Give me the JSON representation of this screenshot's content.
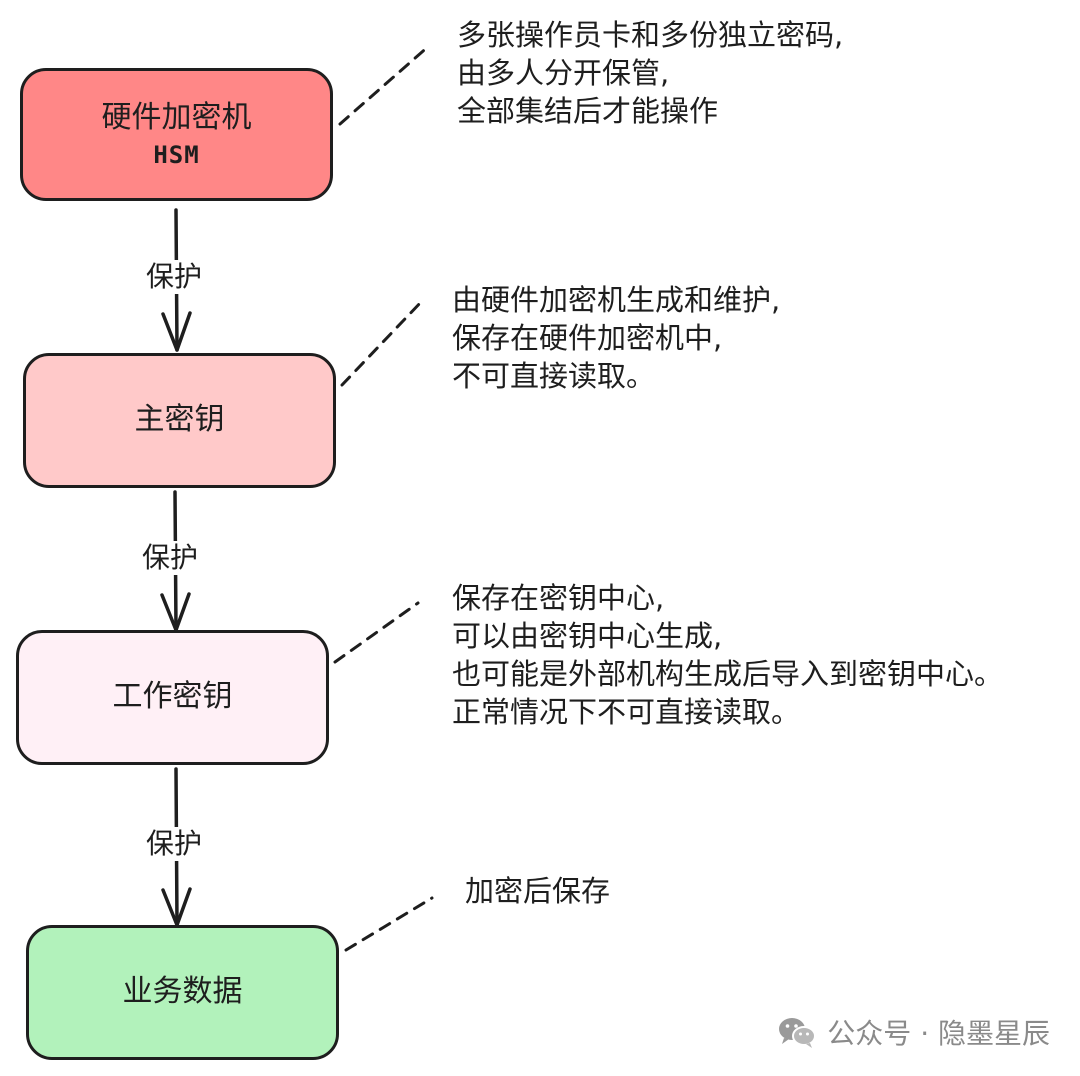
{
  "diagram": {
    "nodes": [
      {
        "id": "hsm",
        "title": "硬件加密机",
        "subtitle": "HSM",
        "fill": "#ff8787"
      },
      {
        "id": "master",
        "title": "主密钥",
        "subtitle": "",
        "fill": "#ffc9c9"
      },
      {
        "id": "work",
        "title": "工作密钥",
        "subtitle": "",
        "fill": "#fff0f6"
      },
      {
        "id": "data",
        "title": "业务数据",
        "subtitle": "",
        "fill": "#b2f2bb"
      }
    ],
    "edges": [
      {
        "from": "hsm",
        "to": "master",
        "label": "保护"
      },
      {
        "from": "master",
        "to": "work",
        "label": "保护"
      },
      {
        "from": "work",
        "to": "data",
        "label": "保护"
      }
    ],
    "notes": [
      {
        "target": "hsm",
        "lines": [
          "多张操作员卡和多份独立密码,",
          "由多人分开保管,",
          "全部集结后才能操作"
        ]
      },
      {
        "target": "master",
        "lines": [
          "由硬件加密机生成和维护,",
          "保存在硬件加密机中,",
          "不可直接读取。"
        ]
      },
      {
        "target": "work",
        "lines": [
          "保存在密钥中心,",
          "可以由密钥中心生成,",
          "也可能是外部机构生成后导入到密钥中心。",
          "正常情况下不可直接读取。"
        ]
      },
      {
        "target": "data",
        "lines": [
          "加密后保存"
        ]
      }
    ]
  },
  "watermark": {
    "icon": "wechat-icon",
    "text": "公众号 · 隐墨星辰"
  },
  "colors": {
    "stroke": "#1e1e1e",
    "watermark": "#8a8a8a"
  }
}
